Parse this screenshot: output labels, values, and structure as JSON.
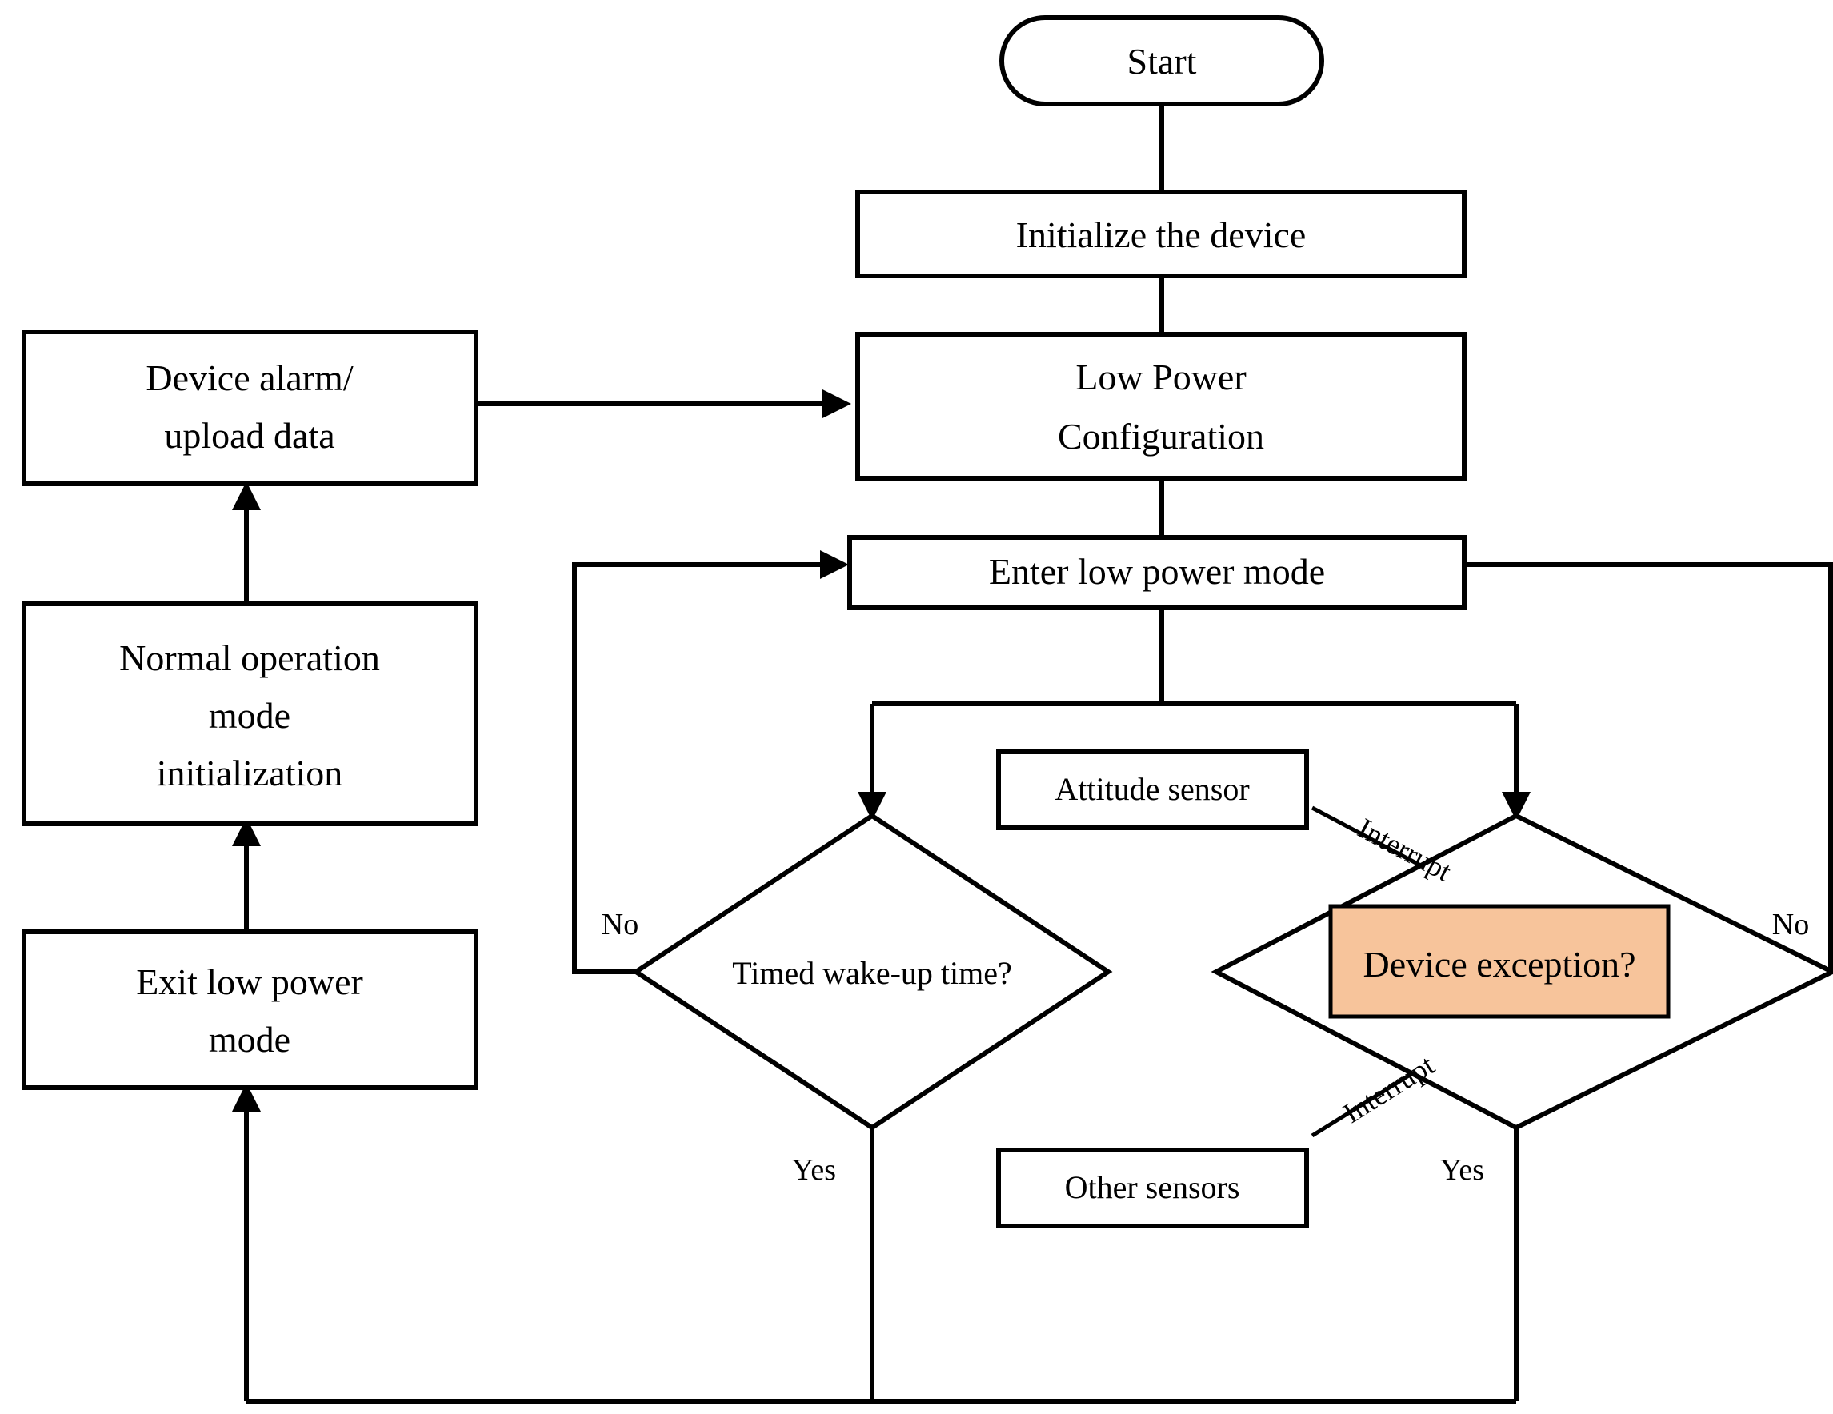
{
  "diagram": {
    "title": "Low power mode device flowchart",
    "accent_color": "#f7c49b",
    "line_color": "#000000",
    "background": "#ffffff",
    "nodes": {
      "start": {
        "label": "Start",
        "shape": "stadium"
      },
      "initialize": {
        "label": "Initialize the device",
        "shape": "rectangle"
      },
      "low_power_config": {
        "label_line1": "Low Power",
        "label_line2": "Configuration",
        "shape": "rectangle"
      },
      "enter_low_power": {
        "label": "Enter low power mode",
        "shape": "rectangle"
      },
      "device_alarm": {
        "label_line1": "Device alarm/",
        "label_line2": "upload data",
        "shape": "rectangle"
      },
      "normal_operation": {
        "label_line1": "Normal operation",
        "label_line2": "mode",
        "label_line3": "initialization",
        "shape": "rectangle"
      },
      "exit_low_power": {
        "label_line1": "Exit low power",
        "label_line2": "mode",
        "shape": "rectangle"
      },
      "timed_wakeup": {
        "label": "Timed wake-up time?",
        "shape": "diamond"
      },
      "device_exception": {
        "label": "Device exception?",
        "shape": "diamond",
        "highlight": true
      },
      "attitude_sensor": {
        "label": "Attitude sensor",
        "shape": "rectangle"
      },
      "other_sensors": {
        "label": "Other sensors",
        "shape": "rectangle"
      }
    },
    "edge_labels": {
      "timed_no": "No",
      "timed_yes": "Yes",
      "exception_no": "No",
      "exception_yes": "Yes",
      "attitude_interrupt": "Interrupt",
      "other_interrupt": "Interrupt"
    }
  }
}
